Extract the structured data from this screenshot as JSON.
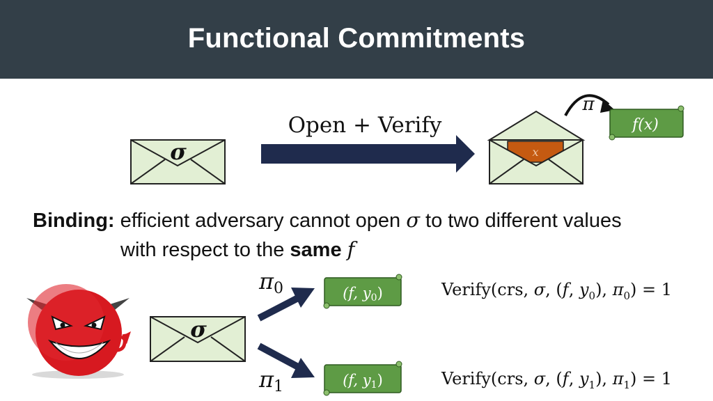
{
  "slide": {
    "title": "Functional Commitments",
    "top": {
      "commitment_symbol": "σ",
      "arrow_label": "Open + Verify",
      "proof_symbol": "π",
      "scroll_label": "f(x)",
      "inner_letter": "x"
    },
    "binding": {
      "term": "Binding:",
      "line1_part1": "efficient adversary cannot open ",
      "line1_sigma": "σ",
      "line1_part2": " to two different values",
      "line2_part1": "with respect to the ",
      "line2_bold": "same",
      "line2_f": "f"
    },
    "bottom": {
      "commitment_symbol": "σ",
      "proof0": "π",
      "proof0_sub": "0",
      "proof1": "π",
      "proof1_sub": "1",
      "scroll0": "(f, y",
      "scroll0_sub": "0",
      "scroll0_end": ")",
      "scroll1": "(f, y",
      "scroll1_sub": "1",
      "scroll1_end": ")",
      "verify0_a": "Verify(crs, ",
      "verify0_sigma": "σ",
      "verify0_b": ", (",
      "verify0_f": "f",
      "verify0_c": ", ",
      "verify0_y": "y",
      "verify0_ysub": "0",
      "verify0_d": "), ",
      "verify0_pi": "π",
      "verify0_pisub": "0",
      "verify0_e": ") = 1",
      "verify1_a": "Verify(crs, ",
      "verify1_sigma": "σ",
      "verify1_b": ", (",
      "verify1_f": "f",
      "verify1_c": ", ",
      "verify1_y": "y",
      "verify1_ysub": "1",
      "verify1_d": "), ",
      "verify1_pi": "π",
      "verify1_pisub": "1",
      "verify1_e": ") = 1"
    }
  },
  "colors": {
    "header": "#333f48",
    "envelope_fill": "#e2efd4",
    "scroll_fill": "#5e9b45",
    "arrow": "#1f2b4d",
    "letter_fill": "#c55a11",
    "devil_red": "#d71920"
  }
}
